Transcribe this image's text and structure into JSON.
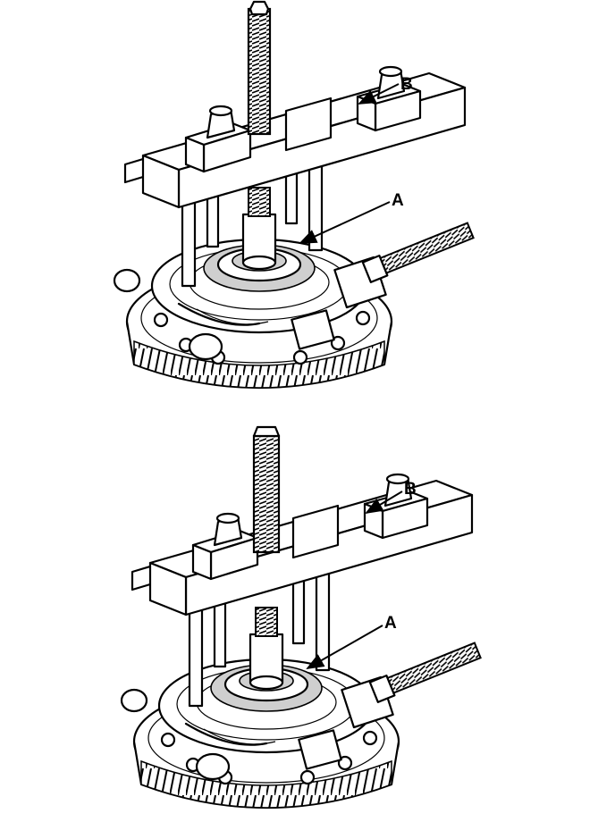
{
  "figure": {
    "top": {
      "label_a": "A",
      "label_b": "B"
    },
    "bottom": {
      "label_a": "A",
      "label_b": "B"
    }
  },
  "colors": {
    "ink": "#000000",
    "paper": "#ffffff",
    "shade": "#cfcfcf"
  }
}
